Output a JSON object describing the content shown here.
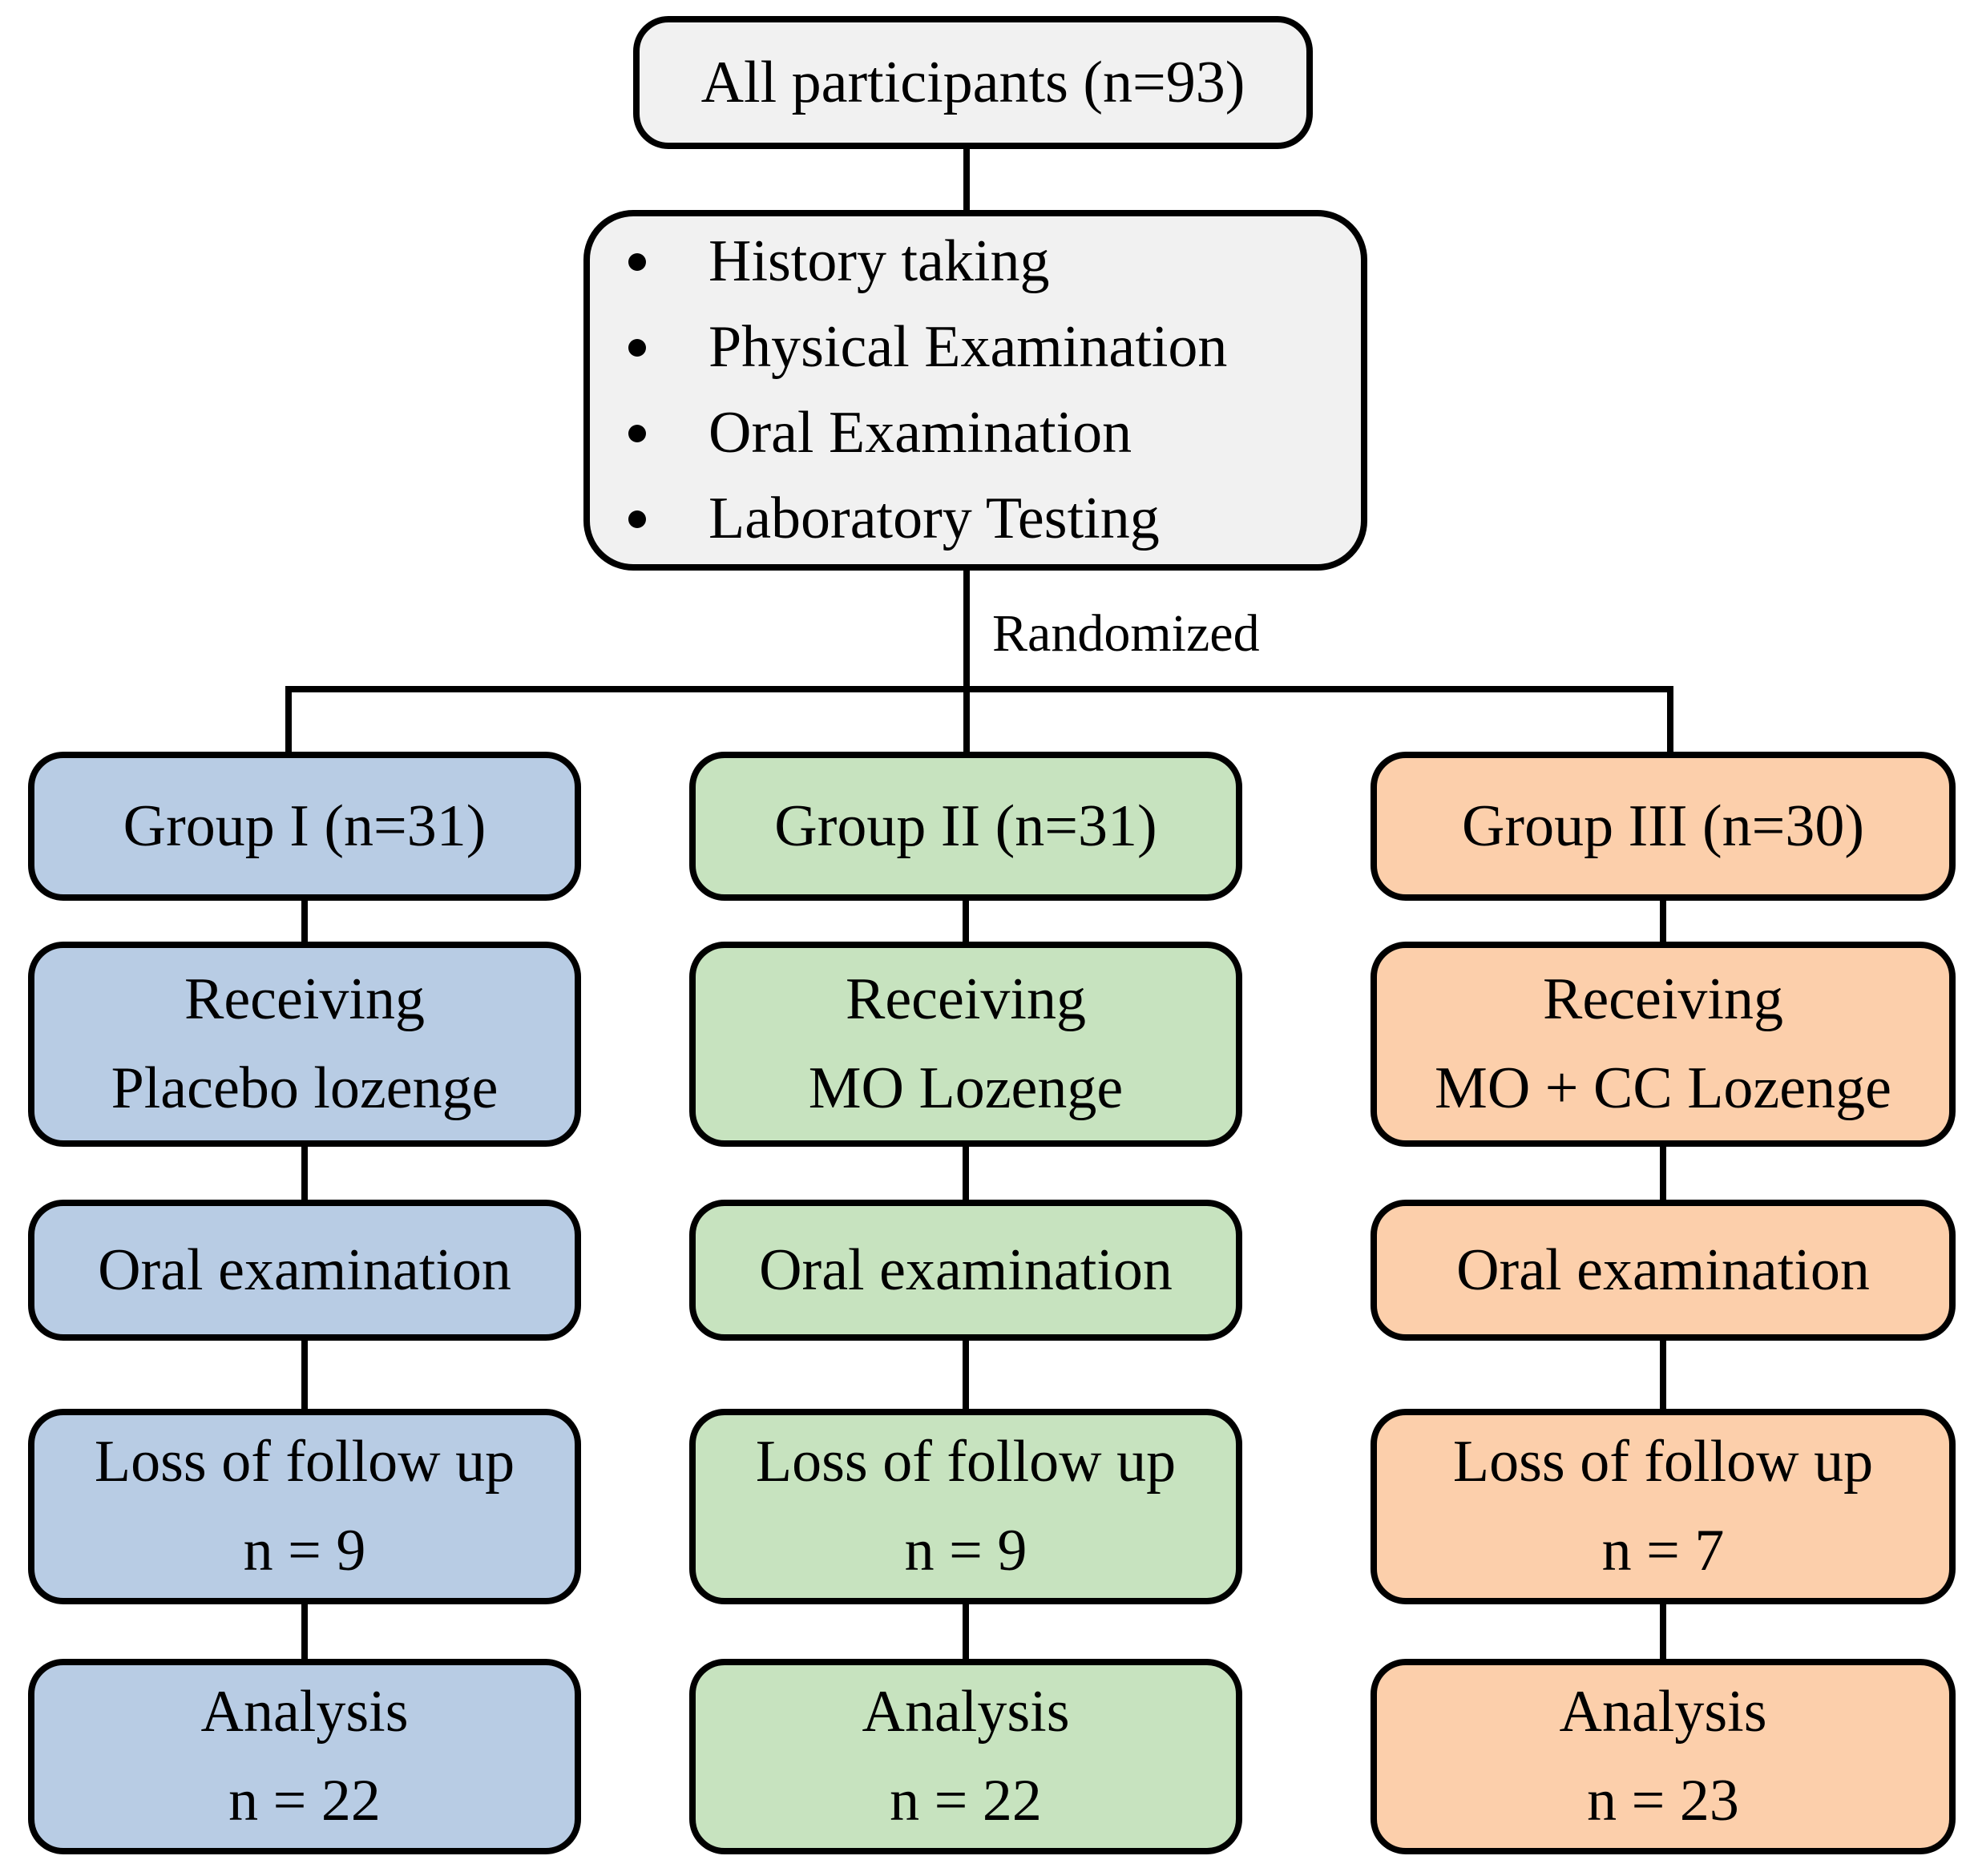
{
  "title_box": {
    "text": "All participants (n=93)"
  },
  "screening_box": {
    "bullets": [
      "History taking",
      "Physical Examination",
      "Oral Examination",
      "Laboratory Testing"
    ]
  },
  "randomized_label": "Randomized",
  "colors": {
    "screening_gray": "#f1f1f1",
    "group1_blue": "#b8cce4",
    "group2_green": "#c7e3bf",
    "group3_orange": "#fccfab",
    "line_and_text": "#000000",
    "background": "#ffffff"
  },
  "groups": [
    {
      "title": "Group I (n=31)",
      "receiving_line1": "Receiving",
      "receiving_line2": "Placebo lozenge",
      "oral": "Oral examination",
      "loss_line1": "Loss of follow up",
      "loss_line2": "n = 9",
      "analysis_line1": "Analysis",
      "analysis_line2": "n = 22"
    },
    {
      "title": "Group II (n=31)",
      "receiving_line1": "Receiving",
      "receiving_line2": "MO Lozenge",
      "oral": "Oral examination",
      "loss_line1": "Loss of follow up",
      "loss_line2": "n = 9",
      "analysis_line1": "Analysis",
      "analysis_line2": "n = 22"
    },
    {
      "title": "Group III (n=30)",
      "receiving_line1": "Receiving",
      "receiving_line2": "MO + CC Lozenge",
      "oral": "Oral examination",
      "loss_line1": "Loss of follow up",
      "loss_line2": "n = 7",
      "analysis_line1": "Analysis",
      "analysis_line2": "n = 23"
    }
  ]
}
